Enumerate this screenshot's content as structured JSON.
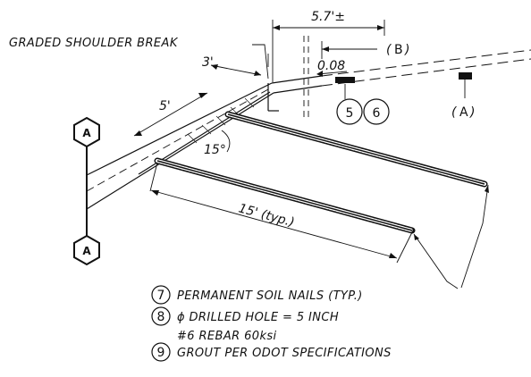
{
  "labels": {
    "graded_shoulder_break": "GRADED SHOULDER BREAK",
    "dim_5_7": "5.7'±",
    "dim_3": "3'",
    "dim_5": "5'",
    "slope_008": "0.08",
    "angle_15": "15°",
    "length_15_typ": "15' (typ.)"
  },
  "callouts": {
    "section_b": "B",
    "section_a": "A",
    "detail_5": "5",
    "detail_6": "6",
    "hex_top": "A",
    "hex_bottom": "A"
  },
  "notes": [
    {
      "num": "7",
      "text": "PERMANENT SOIL NAILS (TYP.)"
    },
    {
      "num": "8",
      "text": "ϕ DRILLED HOLE = 5 INCH"
    },
    {
      "num": "",
      "text": "#6 REBAR 60ksi"
    },
    {
      "num": "9",
      "text": "GROUT PER ODOT SPECIFICATIONS"
    }
  ],
  "colors": {
    "ink": "#111111",
    "background": "#ffffff"
  }
}
